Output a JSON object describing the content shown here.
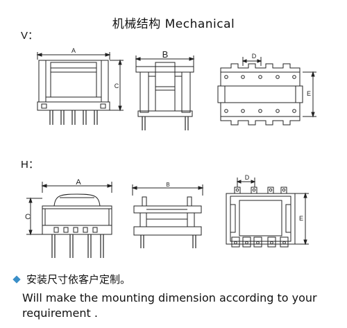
{
  "title": "机械结构  Mechanical",
  "sections": {
    "v": {
      "label": "V："
    },
    "h": {
      "label": "H："
    }
  },
  "dims": {
    "v_front_width": "A",
    "v_front_height": "C",
    "v_side_width": "B",
    "v_top_pitch": "D",
    "v_top_depth": "E",
    "h_front_width": "A",
    "h_front_height": "C",
    "h_side_width": "B",
    "h_top_pitch": "D",
    "h_top_depth": "E"
  },
  "note": {
    "cn": "安装尺寸依客户定制。",
    "en": "Will make the mounting dimension according to your requirement ."
  }
}
